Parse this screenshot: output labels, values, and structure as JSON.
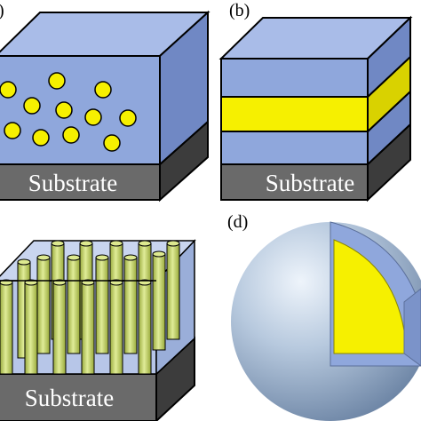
{
  "figure": {
    "panels": [
      {
        "id": "a",
        "label": ")",
        "substrate_label": "Substrate",
        "structure": "nanoparticles embedded in matrix film"
      },
      {
        "id": "b",
        "label": "(b)",
        "substrate_label": "Substrate",
        "structure": "sandwiched layer"
      },
      {
        "id": "c",
        "label": "",
        "substrate_label": "Substrate",
        "structure": "nanorod array in matrix"
      },
      {
        "id": "d",
        "label": "(d)",
        "substrate_label": "",
        "structure": "core-shell sphere with cut-away"
      }
    ],
    "colors": {
      "matrix_front": "#8fa7dc",
      "matrix_top": "#a9bce8",
      "matrix_side": "#7088c4",
      "filler": "#f6f000",
      "rod": "#c8d873",
      "substrate_front": "#6a6a6a",
      "substrate_side": "#3c3c3c",
      "sphere": "#b4c8df"
    }
  }
}
